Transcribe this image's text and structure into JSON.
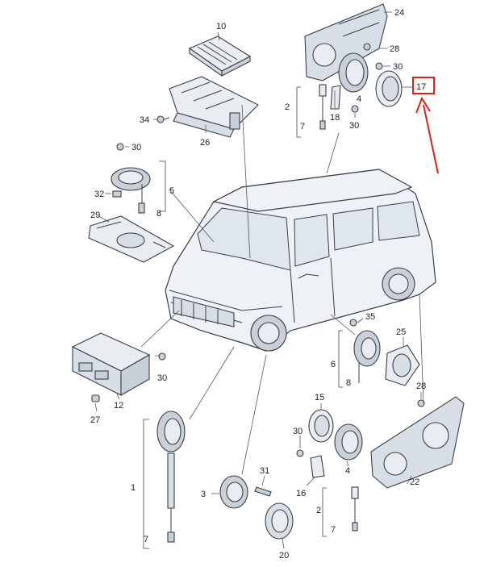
{
  "labels": {
    "l1": "1",
    "l2a": "2",
    "l2b": "2",
    "l3": "3",
    "l4a": "4",
    "l4b": "4",
    "l5": "5",
    "l6": "6",
    "l7a": "7",
    "l7b": "7",
    "l7c": "7",
    "l8a": "8",
    "l8b": "8",
    "l10": "10",
    "l12": "12",
    "l15": "15",
    "l16": "16",
    "l17": "17",
    "l18": "18",
    "l20": "20",
    "l22": "22",
    "l24": "24",
    "l25": "25",
    "l26": "26",
    "l27": "27",
    "l28a": "28",
    "l28b": "28",
    "l29": "29",
    "l30a": "30",
    "l30b": "30",
    "l30c": "30",
    "l30d": "30",
    "l30e": "30",
    "l31": "31",
    "l32": "32",
    "l34": "34",
    "l35": "35"
  },
  "highlight": {
    "color": "#e0201a",
    "part": "17"
  }
}
